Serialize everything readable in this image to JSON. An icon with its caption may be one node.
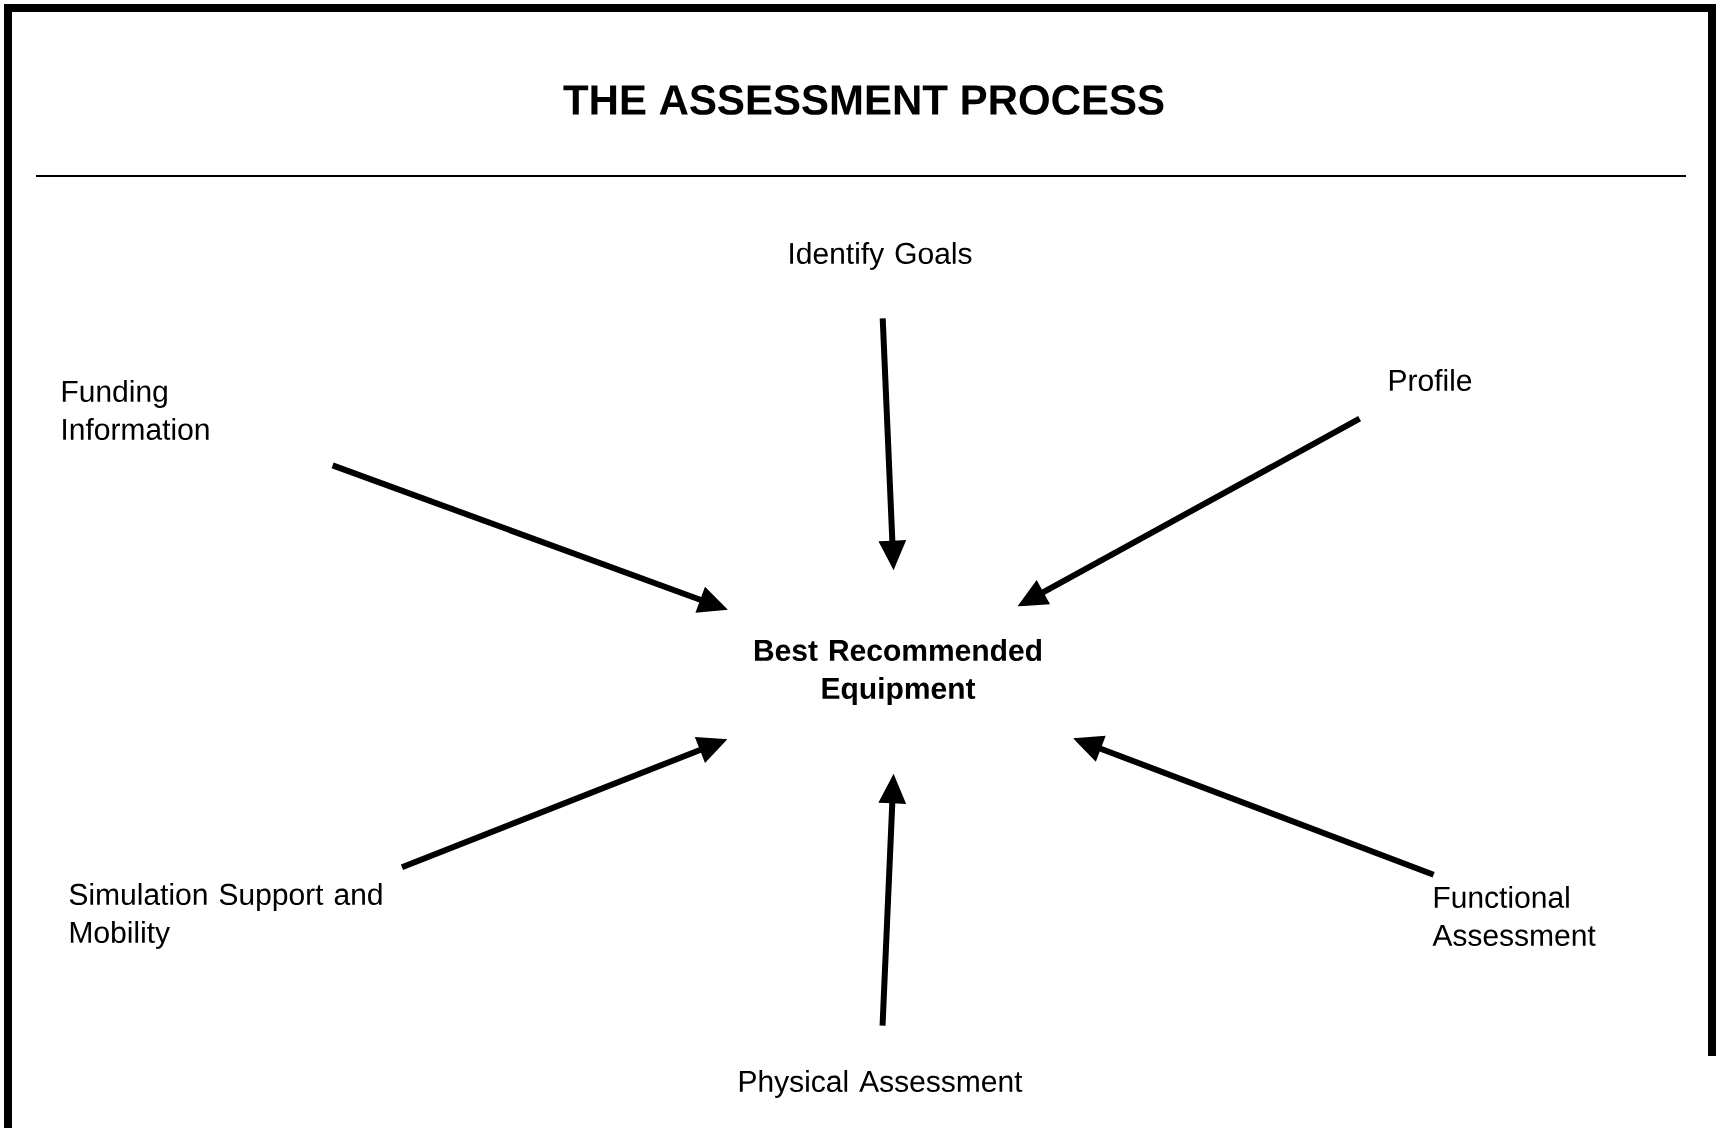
{
  "diagram": {
    "title": "THE ASSESSMENT PROCESS",
    "nodes": [
      {
        "text": [
          "Identify Goals"
        ]
      },
      {
        "text": [
          "Funding Information"
        ]
      },
      {
        "text": [
          "Profile"
        ]
      },
      {
        "text": [
          "Best Recommended Equipment"
        ]
      },
      {
        "text": [
          "Simulation Support and Mobility"
        ]
      },
      {
        "text": [
          "Functional Assessment"
        ]
      },
      {
        "text": [
          "Physical Assessment"
        ]
      }
    ],
    "edges": [
      {
        "from": 0,
        "to": 3,
        "arrow": "to"
      },
      {
        "from": 1,
        "to": 3,
        "arrow": "to"
      },
      {
        "from": 2,
        "to": 3,
        "arrow": "to"
      },
      {
        "from": 4,
        "to": 3,
        "arrow": "to"
      },
      {
        "from": 5,
        "to": 3,
        "arrow": "to"
      },
      {
        "from": 6,
        "to": 3,
        "arrow": "to"
      }
    ]
  }
}
